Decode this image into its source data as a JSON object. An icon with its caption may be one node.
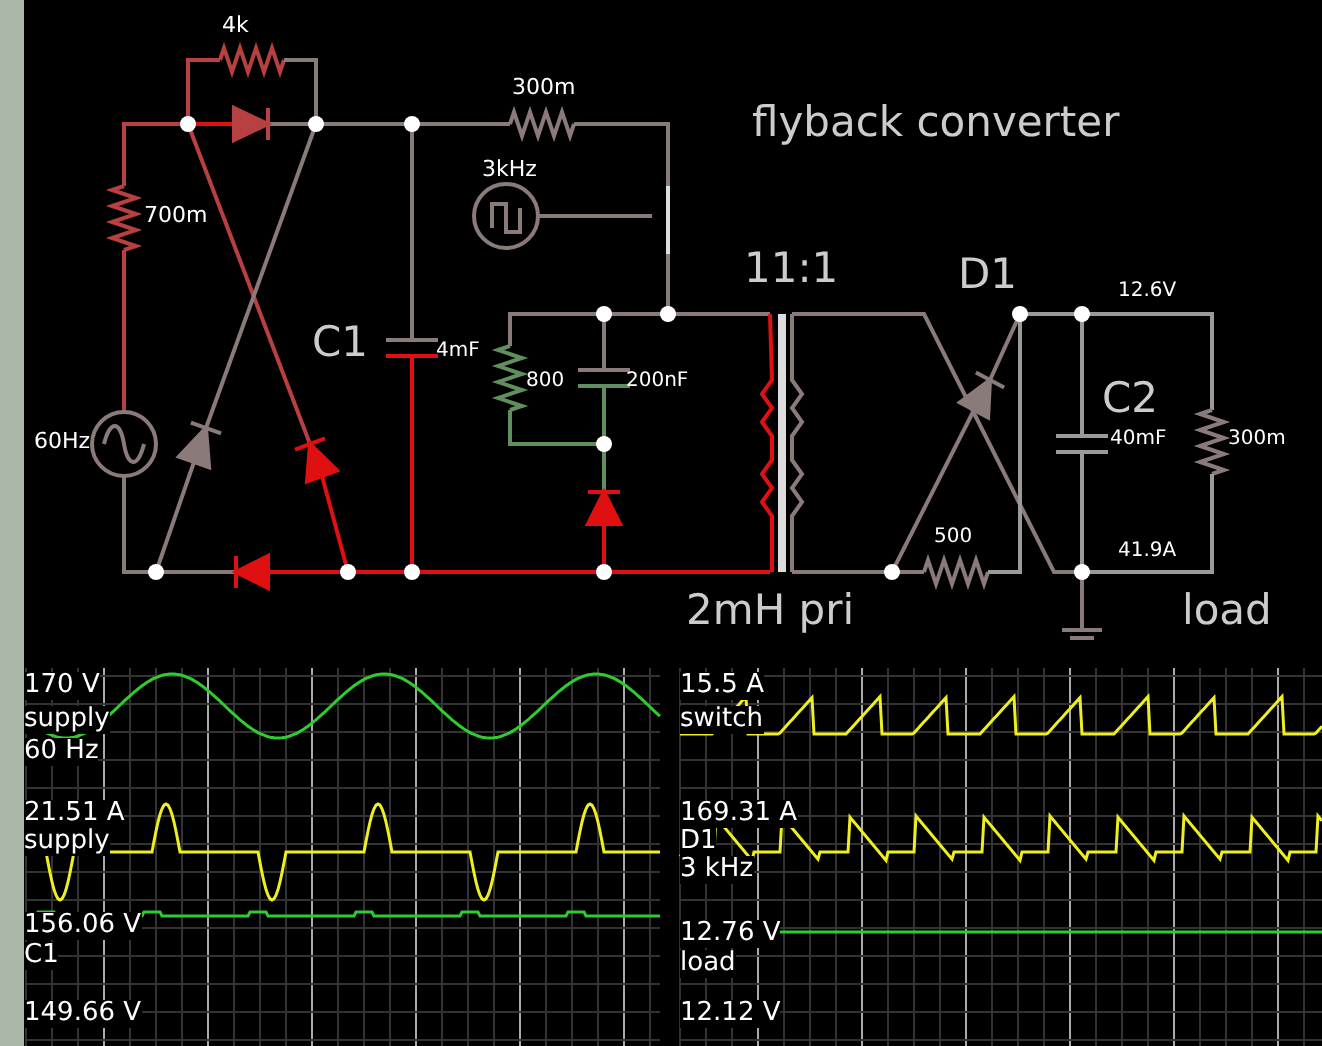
{
  "diagram": {
    "title": "flyback converter",
    "labels": [
      "4k",
      "300m",
      "700m",
      "3kHz",
      "11:1",
      "D1",
      "12.6V",
      "C1",
      "4mF",
      "800",
      "200nF",
      "C2",
      "60Hz",
      "40mF",
      "300m",
      "500",
      "41.9A",
      "2mH pri",
      "load",
      "170 V",
      "supply",
      "60 Hz",
      "21.51 A",
      "supply",
      "156.06 V",
      "C1",
      "149.66 V",
      "15.5 A",
      "switch",
      "169.31 A",
      "D1",
      "3 kHz",
      "12.76 V",
      "load",
      "12.12 V"
    ]
  }
}
